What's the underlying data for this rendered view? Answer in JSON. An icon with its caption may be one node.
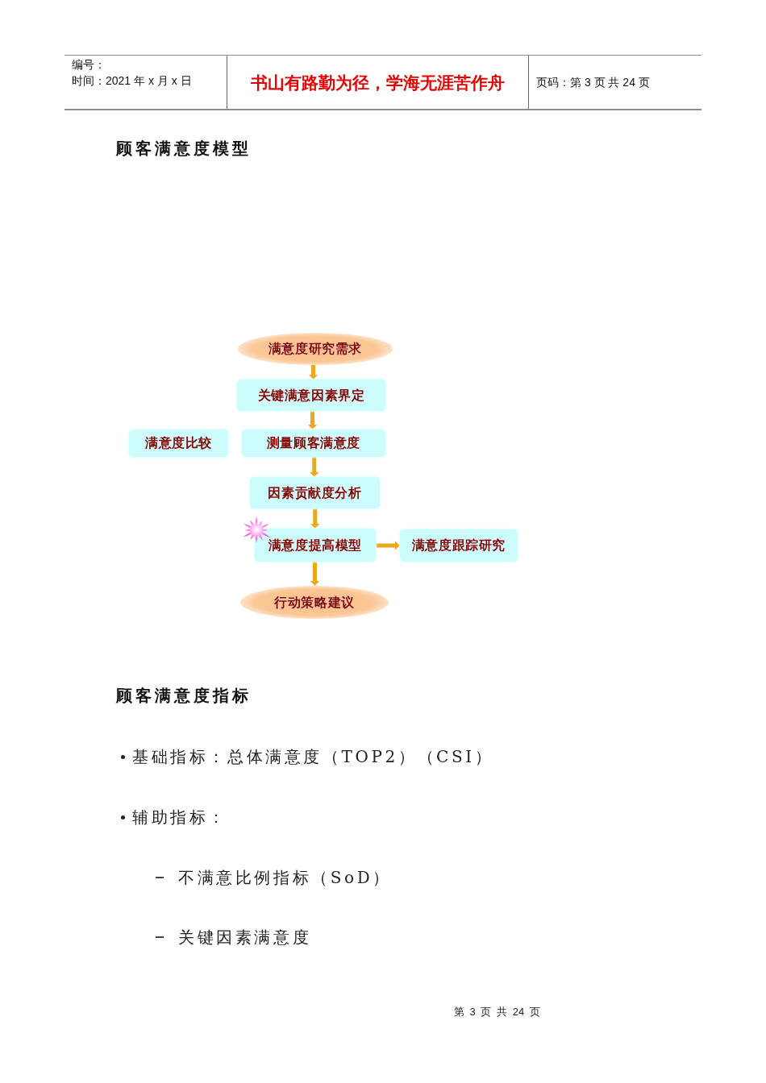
{
  "diagram": {
    "title": "顾客满意度模型",
    "nodes": [
      {
        "text": [
          "满意度研究需求"
        ]
      },
      {
        "text": [
          "关键满意因素界定"
        ]
      },
      {
        "text": [
          "满意度比较"
        ]
      },
      {
        "text": [
          "测量顾客满意度"
        ]
      },
      {
        "text": [
          "因素贡献度分析"
        ]
      },
      {
        "text": [
          "满意度提高模型"
        ]
      },
      {
        "text": [
          "满意度跟踪研究"
        ]
      },
      {
        "text": [
          "行动策略建议"
        ]
      }
    ],
    "edges": [
      {
        "from": 0,
        "to": 1,
        "arrow": "to"
      },
      {
        "from": 1,
        "to": 3,
        "arrow": "to"
      },
      {
        "from": 3,
        "to": 4,
        "arrow": "to"
      },
      {
        "from": 4,
        "to": 5,
        "arrow": "to"
      },
      {
        "from": 5,
        "to": 6,
        "arrow": "to"
      },
      {
        "from": 5,
        "to": 7,
        "arrow": "to"
      }
    ],
    "labels": [
      "编号：",
      "时间：2021 年 x 月 x 日",
      "书山有路勤为径，学海无涯苦作舟",
      "页码：第 3 页 共 24 页",
      "顾客满意度指标",
      "基础指标：总体满意度（TOP2）（CSI）",
      "辅助指标：",
      "不满意比例指标（SoD）",
      "关键因素满意度",
      "第 3 页 共 24 页"
    ]
  }
}
